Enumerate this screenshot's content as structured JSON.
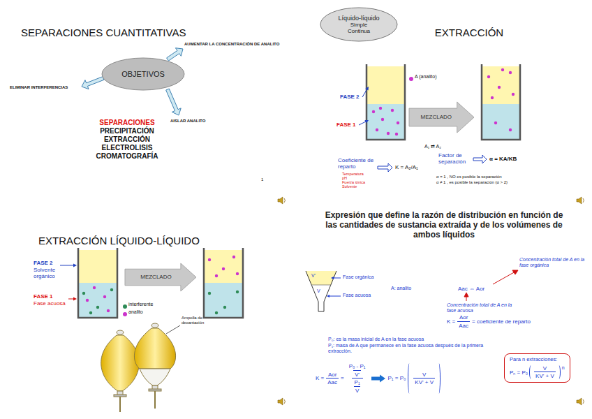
{
  "diagram": {
    "nodes": [
      {
        "text": [
          "OBJETIVOS"
        ]
      },
      {
        "text": [
          "Líquido-líquido",
          "Simple",
          "Continua"
        ]
      },
      {
        "text": [
          "MEZCLADO"
        ]
      },
      {
        "text": [
          "MEZCLADO"
        ]
      },
      {
        "text": [
          "Para n extracciones:",
          "Pₙ = P₀",
          "V",
          "KV' + V",
          "n"
        ]
      }
    ],
    "labels": [
      "SEPARACIONES CUANTITATIVAS",
      "ELIMINAR INTERFERENCIAS",
      "AUMENTAR LA CONCENTRACIÓN DE ANALITO",
      "AISLAR ANALITO",
      "SEPARACIONES",
      "PRECIPITACIÓN",
      "EXTRACCIÓN",
      "ELECTROLISIS",
      "CROMATOGRAFÍA",
      "1",
      "EXTRACCIÓN",
      "FASE 2",
      "FASE 1",
      "A₁ ⇄ A₂",
      "Coeficiente de reparto",
      "Temperatura",
      "pH",
      "Fuerza iónica",
      "Solvente",
      "K = A₂/A₁",
      "Factor de separación",
      "α = KA/KB",
      "α = 1 , NO es posible la separación",
      "α ≠ 1 , es posible la separación (α > 2)",
      "EXTRACCIÓN LÍQUIDO-LÍQUIDO",
      "FASE 2",
      "Solvente orgánico",
      "FASE 1",
      "Fase acuosa",
      "Ampolla de decantación",
      "Expresión que define la razón de distribución en función de las cantidades de sustancia extraída y de los volúmenes de ambos líquidos",
      "Fase orgánica",
      "Fase acuosa",
      "V'",
      "V",
      "A: analito",
      "Aac ⇔ Aor",
      "Concentración total de A en la fase orgánica",
      "Concentración total de A en la fase acuosa",
      "K =",
      "Aor",
      "Aac",
      "= coeficiente de reparto",
      "P₀: es la masa inicial de A en la fase acuosa",
      "P₁: masa de A que permanece en la fase acuosa después de la primera extracción.",
      "K =",
      "Aor",
      "Aac",
      "=",
      "P₀ - P₁",
      "V'",
      "P₁",
      "V",
      "P₁ = P₀",
      "V",
      "KV' + V"
    ],
    "legend": [
      {
        "text": "A (analito)",
        "color": "#cc33cc"
      },
      {
        "text": "interferente",
        "color": "#2e8b57"
      },
      {
        "text": "analito",
        "color": "#cc33cc"
      }
    ]
  }
}
